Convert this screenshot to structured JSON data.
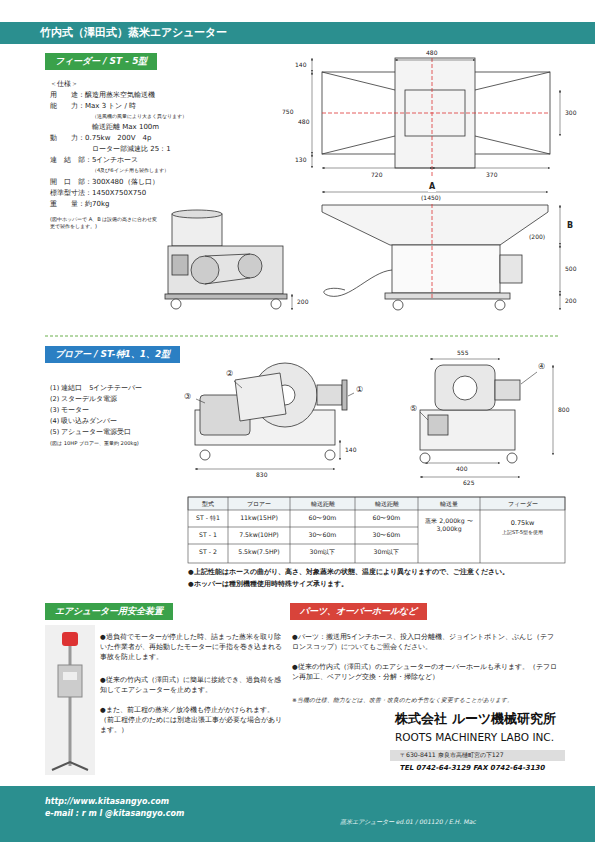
{
  "diagram": {
    "title": "竹内式（澤田式）蒸米エアシューター",
    "nodes": [
      {
        "text": [
          "フィーダー / ST - 5型"
        ]
      },
      {
        "text": [
          "ブロアー / ST-特1、1、2型"
        ]
      },
      {
        "text": [
          "エアシューター用安全装置"
        ]
      },
      {
        "text": [
          "パーツ、オーバーホールなど"
        ]
      },
      {
        "text": [
          "http://www.kitasangyo.com",
          "e-mail : r m l @kitasangyo.com"
        ]
      }
    ],
    "labels": [
      "＜仕様＞",
      "用　　途：醸造用蒸米空気輸送機",
      "能　　力：Max 3 トン / 時",
      "（送風機の風量により大きく異なります）",
      "輸送距離 Max 100m",
      "動　　力：0.75kw　200V　4p",
      "ローター部減速比 25：1",
      "連　結　部：5インチホース",
      "（4及び6インチ用も製作します）",
      "開　口　部：300X480（落し口）",
      "標準型寸法：1450X750X750",
      "重　　量：約70kg",
      "(図中ホッパーで A、B は設備の高さに合わせ変更で製作をします。)",
      "480",
      "140",
      "750",
      "480",
      "130",
      "300",
      "720",
      "370",
      "A",
      "(1450)",
      "(200)",
      "B",
      "500",
      "200",
      "200",
      "(1) 連結口　5インチテーパー",
      "(2) スターデルタ電源",
      "(3) モーター",
      "(4) 吸い込みダンパー",
      "(5) アシューター電源受口",
      "(図は 10HP ブロアー、重量約 200kg)",
      "②",
      "③",
      "①",
      "④",
      "⑤",
      "830",
      "140",
      "555",
      "800",
      "400",
      "625",
      "型式",
      "ブロアー",
      "輸送距離",
      "輸送距離",
      "輸送量",
      "フィーダー",
      "ST - 特1",
      "11kw(15HP)",
      "60〜90m",
      "60〜90m",
      "ST - 1",
      "7.5kw(10HP)",
      "30〜60m",
      "30〜60m",
      "ST - 2",
      "5.5kw(7.5HP)",
      "30m以下",
      "30m以下",
      "蒸米 2,000kg 〜3,000kg",
      "0.75kw",
      "上記ST-5型を使用",
      "●上記性能はホースの曲がり、高さ、対象蒸米の状態、温度により異なりますので、ご注意ください。",
      "●ホッパーは種別機種使用時特殊サイズ承ります。",
      "●過負荷でモーターが停止した時、詰まった蒸米を取り除いた作業者が、再始動したモーターに手指を巻き込まれる事故を防止します。",
      "●従来の竹内式（澤田式）に簡単に接続でき、過負荷を感知してエアシューターを止めます。",
      "●また、前工程の蒸米／放冷機も停止がかけられます。（前工程停止のためには別途出張工事が必要な場合があります。）",
      "●パーツ：搬送用5インチホース、投入口分離機、ジョイントボトン、ぶんじ（テフロンスコップ）についてもご照会ください。",
      "●従来の竹内式（澤田式）のエアシューターのオーバーホールも承ります。（テフロン再加工、ベアリング交換・分解・掃除など）",
      "※当機の仕様、能力などは、改善・改良のため予告なく変更することがあります。",
      "株式会社 ルーツ機械研究所",
      "ROOTS MACHINERY LABO INC.",
      "〒630-8411 奈良市高樋町宮の下127",
      "TEL 0742-64-3129  FAX 0742-64-3130",
      "蒸米エアシューター ed.01 / 001120 / E.H. Mac"
    ]
  }
}
